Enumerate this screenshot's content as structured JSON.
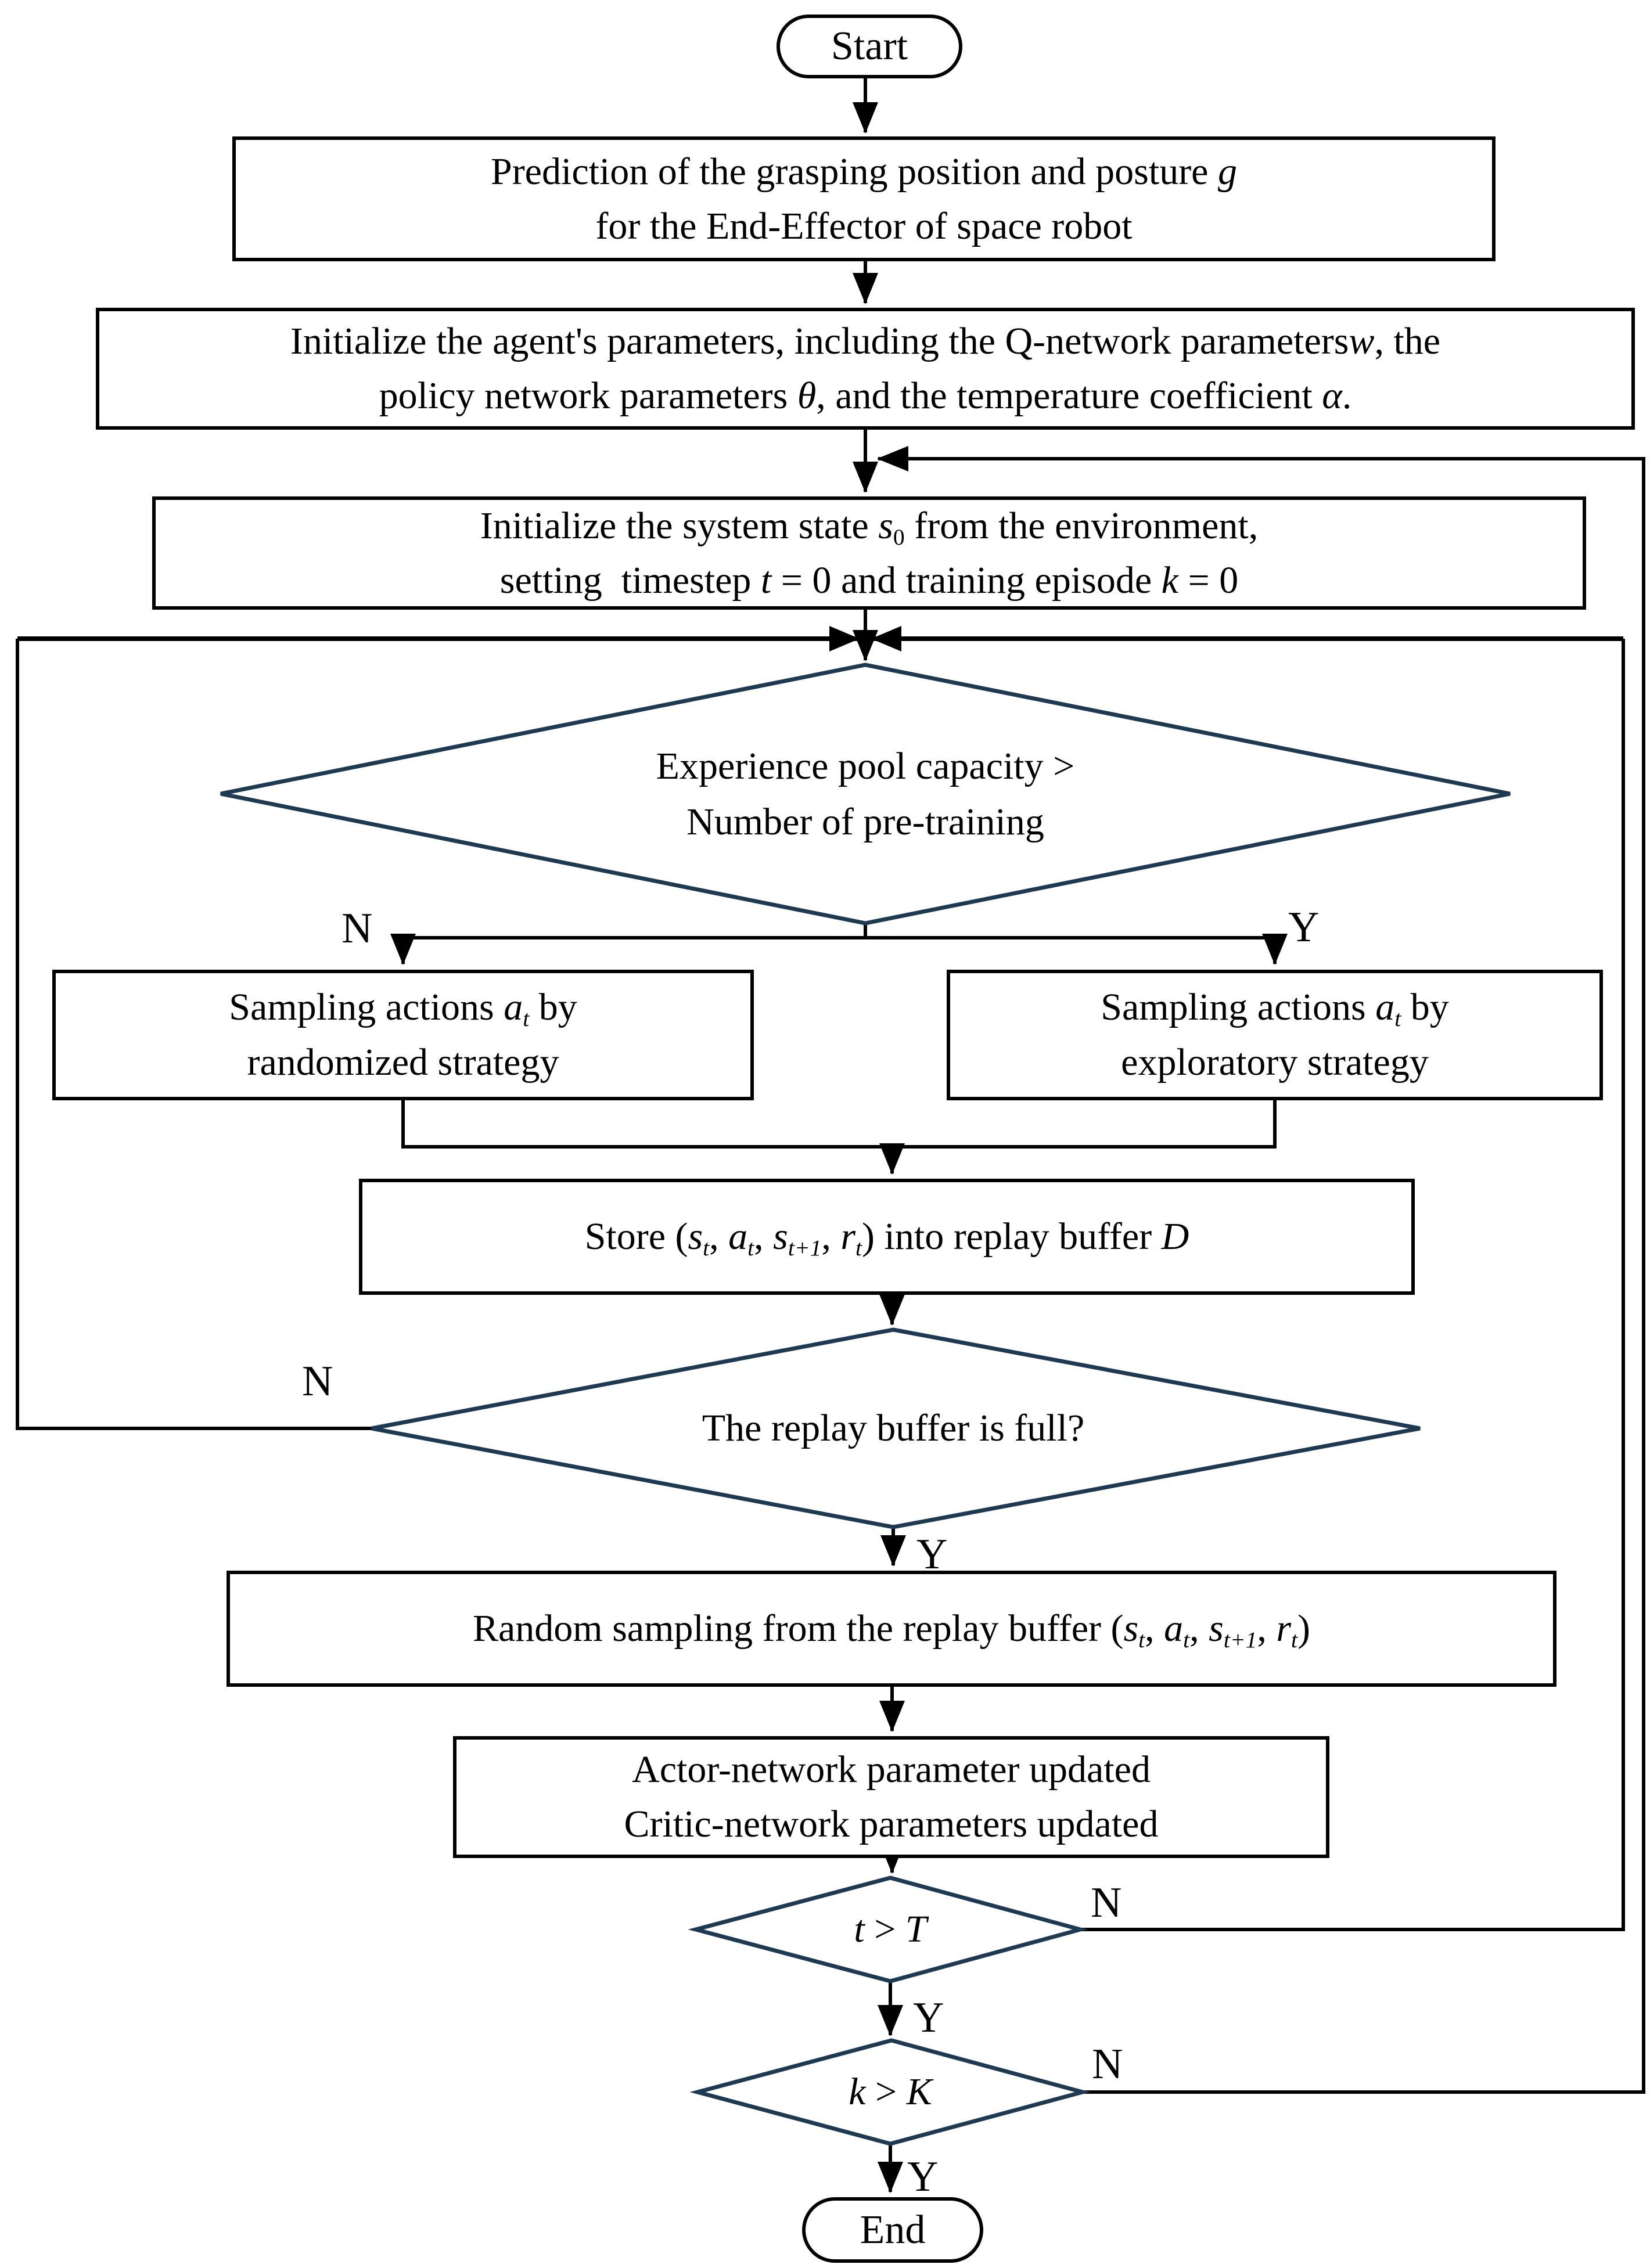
{
  "colors": {
    "background": "#ffffff",
    "line": "#000000",
    "diamond_stroke": "#1e3a52",
    "text": "#000000"
  },
  "terminals": {
    "start": "Start",
    "end": "End"
  },
  "branch_labels": {
    "pool_no": "N",
    "pool_yes": "Y",
    "buffer_no": "N",
    "buffer_yes": "Y",
    "t_no": "N",
    "t_yes": "Y",
    "k_no": "N",
    "k_yes": "Y"
  },
  "nodes": {
    "box_predict": {
      "lines": [
        [
          {
            "t": "Prediction of the grasping position and posture "
          },
          {
            "t": "g",
            "i": true
          }
        ],
        [
          {
            "t": "for the End-Effector of space robot"
          }
        ]
      ]
    },
    "box_init_params": {
      "lines": [
        [
          {
            "t": "Initialize the agent's parameters, including the Q-network parameters"
          },
          {
            "t": "w",
            "i": true
          },
          {
            "t": ", the"
          }
        ],
        [
          {
            "t": "policy network parameters "
          },
          {
            "t": "θ",
            "i": true
          },
          {
            "t": ", and the temperature coefficient "
          },
          {
            "t": "α",
            "i": true
          },
          {
            "t": "."
          }
        ]
      ]
    },
    "box_init_state": {
      "lines": [
        [
          {
            "t": "Initialize the system state "
          },
          {
            "t": "s",
            "i": true
          },
          {
            "t": "0",
            "sub": true
          },
          {
            "t": " from the environment,"
          }
        ],
        [
          {
            "t": "setting  timestep "
          },
          {
            "t": "t",
            "i": true
          },
          {
            "t": " = 0 and training episode "
          },
          {
            "t": "k",
            "i": true
          },
          {
            "t": " = 0"
          }
        ]
      ]
    },
    "dia_pool": {
      "lines": [
        [
          {
            "t": "Experience pool capacity >"
          }
        ],
        [
          {
            "t": "Number of pre-training"
          }
        ]
      ]
    },
    "box_random_strategy": {
      "lines": [
        [
          {
            "t": "Sampling actions "
          },
          {
            "t": "a",
            "i": true
          },
          {
            "t": "t",
            "i": true,
            "sub": true
          },
          {
            "t": " by"
          }
        ],
        [
          {
            "t": "randomized strategy"
          }
        ]
      ]
    },
    "box_explore_strategy": {
      "lines": [
        [
          {
            "t": "Sampling actions "
          },
          {
            "t": "a",
            "i": true
          },
          {
            "t": "t",
            "i": true,
            "sub": true
          },
          {
            "t": " by"
          }
        ],
        [
          {
            "t": "exploratory strategy"
          }
        ]
      ]
    },
    "box_store": {
      "lines": [
        [
          {
            "t": "Store ("
          },
          {
            "t": "s",
            "i": true
          },
          {
            "t": "t",
            "i": true,
            "sub": true
          },
          {
            "t": ", "
          },
          {
            "t": "a",
            "i": true
          },
          {
            "t": "t",
            "i": true,
            "sub": true
          },
          {
            "t": ", "
          },
          {
            "t": "s",
            "i": true
          },
          {
            "t": "t+1",
            "i": true,
            "sub": true
          },
          {
            "t": ", "
          },
          {
            "t": "r",
            "i": true
          },
          {
            "t": "t",
            "i": true,
            "sub": true
          },
          {
            "t": ") into replay buffer "
          },
          {
            "t": "D",
            "i": true
          }
        ]
      ]
    },
    "dia_buffer_full": {
      "lines": [
        [
          {
            "t": "The replay buffer is full?"
          }
        ]
      ]
    },
    "box_sample": {
      "lines": [
        [
          {
            "t": "Random sampling from the replay buffer ("
          },
          {
            "t": "s",
            "i": true
          },
          {
            "t": "t",
            "i": true,
            "sub": true
          },
          {
            "t": ", "
          },
          {
            "t": "a",
            "i": true
          },
          {
            "t": "t",
            "i": true,
            "sub": true
          },
          {
            "t": ", "
          },
          {
            "t": "s",
            "i": true
          },
          {
            "t": "t+1",
            "i": true,
            "sub": true
          },
          {
            "t": ", "
          },
          {
            "t": "r",
            "i": true
          },
          {
            "t": "t",
            "i": true,
            "sub": true
          },
          {
            "t": ")"
          }
        ]
      ]
    },
    "box_update": {
      "lines": [
        [
          {
            "t": "Actor-network parameter updated"
          }
        ],
        [
          {
            "t": "Critic-network parameters updated"
          }
        ]
      ]
    },
    "dia_t": {
      "lines": [
        [
          {
            "t": "t",
            "i": true
          },
          {
            "t": " > "
          },
          {
            "t": "T",
            "i": true
          }
        ]
      ]
    },
    "dia_k": {
      "lines": [
        [
          {
            "t": "k",
            "i": true
          },
          {
            "t": " > "
          },
          {
            "t": "K",
            "i": true
          }
        ]
      ]
    }
  }
}
